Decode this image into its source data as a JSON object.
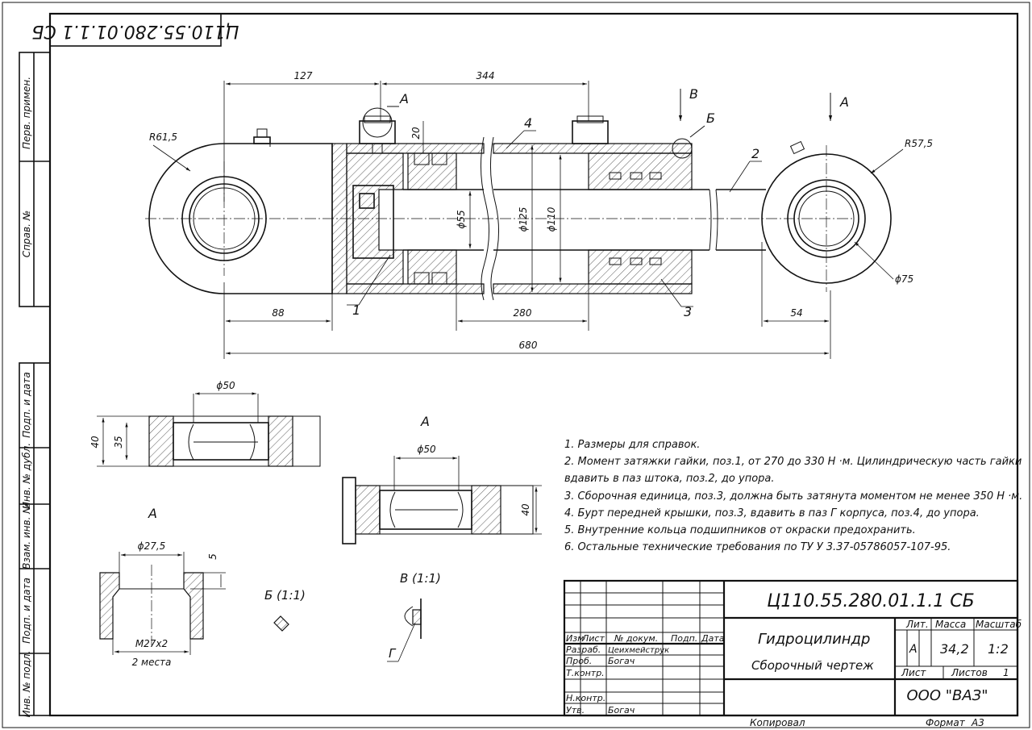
{
  "drawing": {
    "stamp_code": "Ц110.55.280.01.1.1 СБ",
    "side_labels": [
      "Перв. примен.",
      "Справ. №",
      "Подп. и дата",
      "Инв. № дубл.",
      "Взам. инв. №",
      "Подп. и дата",
      "Инв. № подл."
    ],
    "dimensions": [
      "127",
      "344",
      "20",
      "R61,5",
      "88",
      "280",
      "680",
      "54",
      "R57,5",
      "ϕ75",
      "ϕ55",
      "ϕ125",
      "ϕ110",
      "ϕ50",
      "40",
      "35",
      "ϕ50",
      "40",
      "ϕ27,5",
      "5",
      "M27x2",
      "2 места"
    ],
    "position_labels": [
      "1",
      "2",
      "3",
      "4"
    ],
    "section_labels": {
      "a_top": "А",
      "a_right": "А",
      "b_arrow": "В",
      "b_circle": "Б",
      "view_a_title": "А",
      "view_a2_title": "А",
      "view_b": "Б (1:1)",
      "view_v": "В (1:1)",
      "g_label": "Г"
    },
    "notes": [
      "1.  Размеры для справок.",
      "2.  Момент затяжки гайки, поз.1, от 270 до 330 Н ·м. Цилиндрическую часть гайки",
      "вдавить в паз штока, поз.2, до упора.",
      "3.  Сборочная единица, поз.3, должна быть затянута моментом не менее 350 Н ·м.",
      "4.  Бурт передней крышки, поз.3, вдавить в паз Г корпуса, поз.4, до упора.",
      "5.  Внутренние кольца подшипников от окраски предохранить.",
      "6.  Остальные технические требования по ТУ У 3.37-05786057-107-95."
    ],
    "title_block": {
      "code": "Ц110.55.280.01.1.1 СБ",
      "name": "Гидроцилиндр",
      "doc_type": "Сборочный чертеж",
      "lit_header": "Лит.",
      "mass_header": "Масса",
      "scale_header": "Масштаб",
      "lit": "А",
      "mass": "34,2",
      "scale": "1:2",
      "sheet_label": "Лист",
      "sheets_label": "Листов",
      "sheets": "1",
      "company": "ООО \"ВАЗ\"",
      "col_headers": [
        "Изм",
        "Лист",
        "№ докум.",
        "Подп.",
        "Дата"
      ],
      "rows": [
        {
          "role": "Разраб.",
          "name": "Цеихмейструк"
        },
        {
          "role": "Проб.",
          "name": "Богач"
        },
        {
          "role": "Т.контр.",
          "name": ""
        },
        {
          "role": "Н.контр.",
          "name": ""
        },
        {
          "role": "Утв.",
          "name": "Богач"
        }
      ],
      "copied": "Копировал",
      "format_label": "Формат",
      "format": "А3"
    }
  }
}
